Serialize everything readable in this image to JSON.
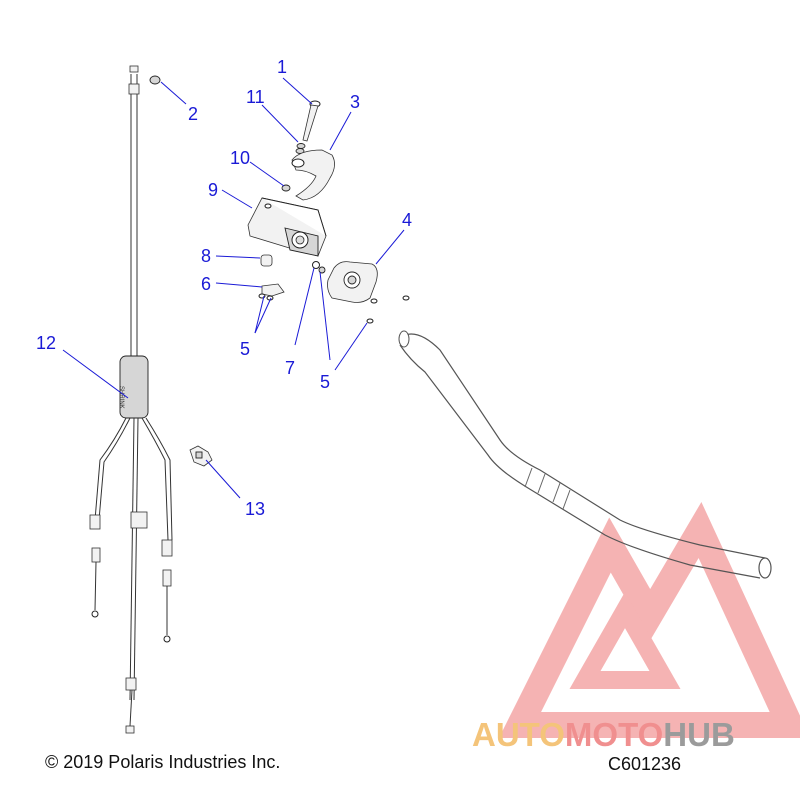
{
  "callouts": [
    {
      "label": "1"
    },
    {
      "label": "2"
    },
    {
      "label": "3"
    },
    {
      "label": "4"
    },
    {
      "label": "5"
    },
    {
      "label": "5"
    },
    {
      "label": "6"
    },
    {
      "label": "7"
    },
    {
      "label": "8"
    },
    {
      "label": "9"
    },
    {
      "label": "10"
    },
    {
      "label": "11"
    },
    {
      "label": "12"
    },
    {
      "label": "13"
    }
  ],
  "copyright": "© 2019 Polaris Industries Inc.",
  "figure_code": "C601236",
  "watermark": {
    "part1": "AUTO",
    "part2": "MOTO",
    "part3": "HUB",
    "colors": {
      "auto": "#f4c47a",
      "moto": "#f08f8f",
      "hub": "#9b9b9b",
      "triangle": "#f29a9a"
    }
  },
  "accent_color": "#1a1ad6"
}
